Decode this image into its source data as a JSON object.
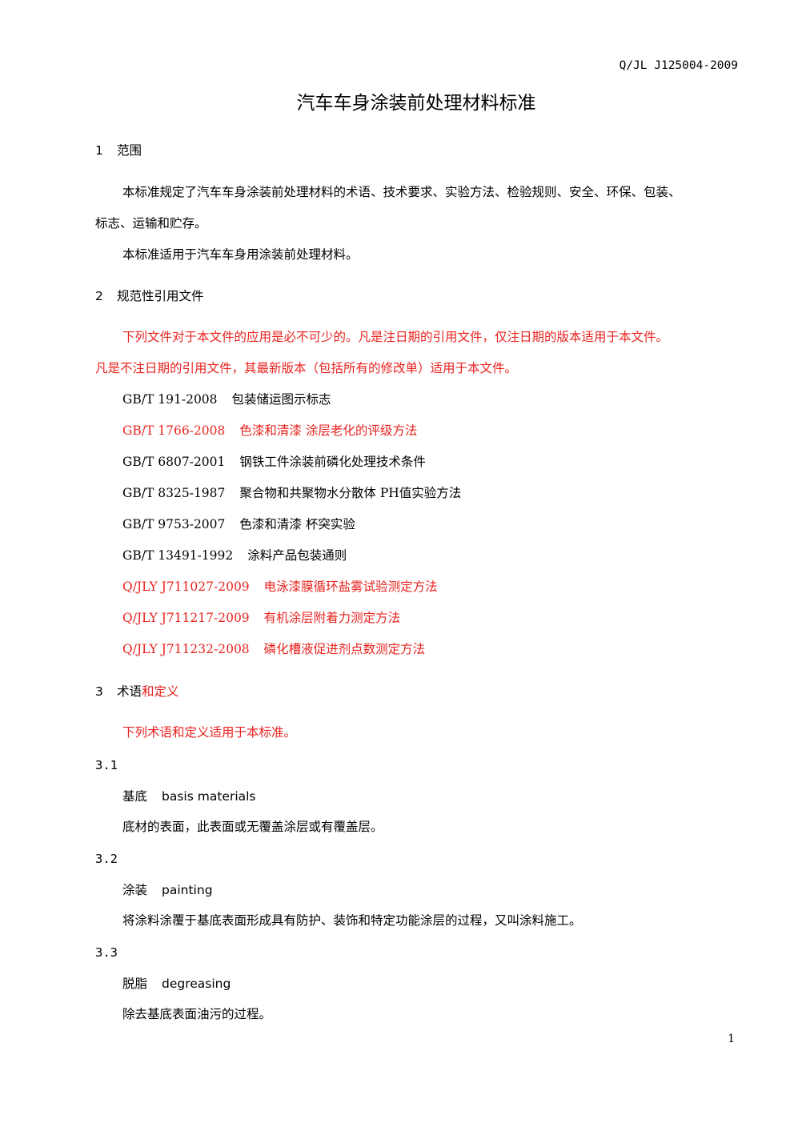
{
  "header": {
    "doc_code": "Q/JL J125004-2009"
  },
  "title": "汽车车身涂装前处理材料标准",
  "section1": {
    "number": "1",
    "heading": "范围",
    "para1_line1": "本标准规定了汽车车身涂装前处理材料的术语、技术要求、实验方法、检验规则、安全、环保、包装、",
    "para1_line2": "标志、运输和贮存。",
    "para2": "本标准适用于汽车车身用涂装前处理材料。"
  },
  "section2": {
    "number": "2",
    "heading": "规范性引用文件",
    "intro_line1": "下列文件对于本文件的应用是必不可少的。凡是注日期的引用文件，仅注日期的版本适用于本文件。",
    "intro_line2": "凡是不注日期的引用文件，其最新版本（包括所有的修改单）适用于本文件。",
    "refs": [
      {
        "code": "GB/T 191-2008",
        "title": "包装储运图示标志"
      },
      {
        "code": "GB/T 1766-2008",
        "title": "色漆和清漆 涂层老化的评级方法"
      },
      {
        "code": "GB/T 6807-2001",
        "title": "钢铁工件涂装前磷化处理技术条件"
      },
      {
        "code": "GB/T 8325-1987",
        "title": "聚合物和共聚物水分散体 PH值实验方法"
      },
      {
        "code": "GB/T 9753-2007",
        "title": "色漆和清漆 杯突实验"
      },
      {
        "code": "GB/T 13491-1992",
        "title": "涂料产品包装通则"
      },
      {
        "code": "Q/JLY J711027-2009",
        "title": "电泳漆膜循环盐雾试验测定方法"
      },
      {
        "code": "Q/JLY J711217-2009",
        "title": "有机涂层附着力测定方法"
      },
      {
        "code": "Q/JLY J711232-2008",
        "title": "磷化槽液促进剂点数测定方法"
      }
    ]
  },
  "section3": {
    "number": "3",
    "heading_part1": "术语",
    "heading_part2": "和定义",
    "intro": "下列术语和定义适用于本标准。",
    "terms": [
      {
        "number": "3.1",
        "cn": "基底",
        "en": "basis materials",
        "definition": "底材的表面，此表面或无覆盖涂层或有覆盖层。"
      },
      {
        "number": "3.2",
        "cn": "涂装",
        "en": "painting",
        "definition": "将涂料涂覆于基底表面形成具有防护、装饰和特定功能涂层的过程，又叫涂料施工。"
      },
      {
        "number": "3.3",
        "cn": "脱脂",
        "en": "degreasing",
        "definition": "除去基底表面油污的过程。"
      }
    ]
  },
  "footer": {
    "page_number": "1"
  },
  "colors": {
    "text": "#000000",
    "highlight_red": "#e8231f",
    "background": "#ffffff"
  }
}
